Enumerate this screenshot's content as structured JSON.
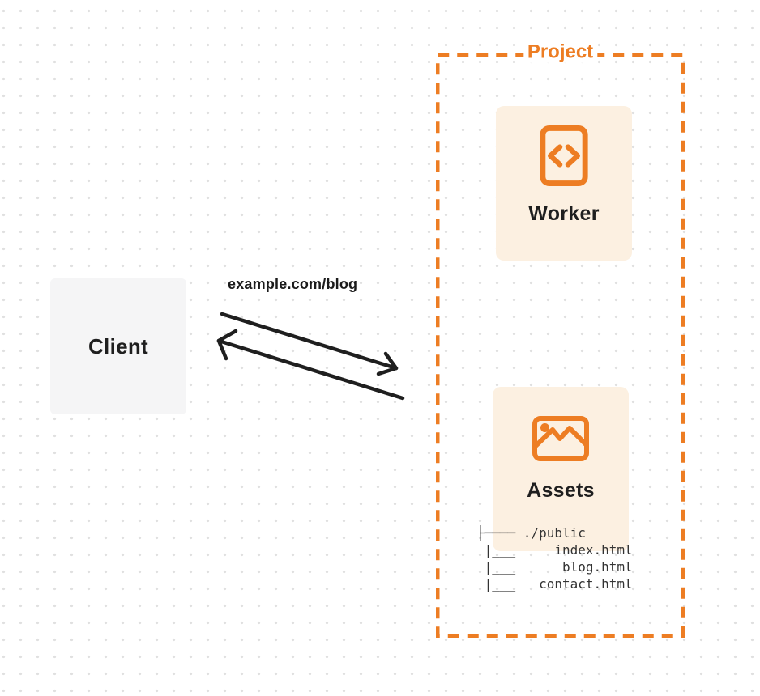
{
  "client": {
    "label": "Client"
  },
  "request": {
    "url_label": "example.com/blog"
  },
  "project": {
    "title": "Project",
    "worker": {
      "label": "Worker",
      "icon": "code-file-icon"
    },
    "assets": {
      "label": "Assets",
      "icon": "image-icon"
    },
    "file_tree_text": "├──── ./public\n |___     index.html\n |___      blog.html\n |___   contact.html"
  },
  "colors": {
    "accent_orange": "#ed7d23",
    "card_background": "#fcf0e1",
    "client_background": "#f5f5f6",
    "arrow": "#1f1f1f",
    "tree_text": "#333333",
    "dot_grid": "#e0e0e0"
  }
}
